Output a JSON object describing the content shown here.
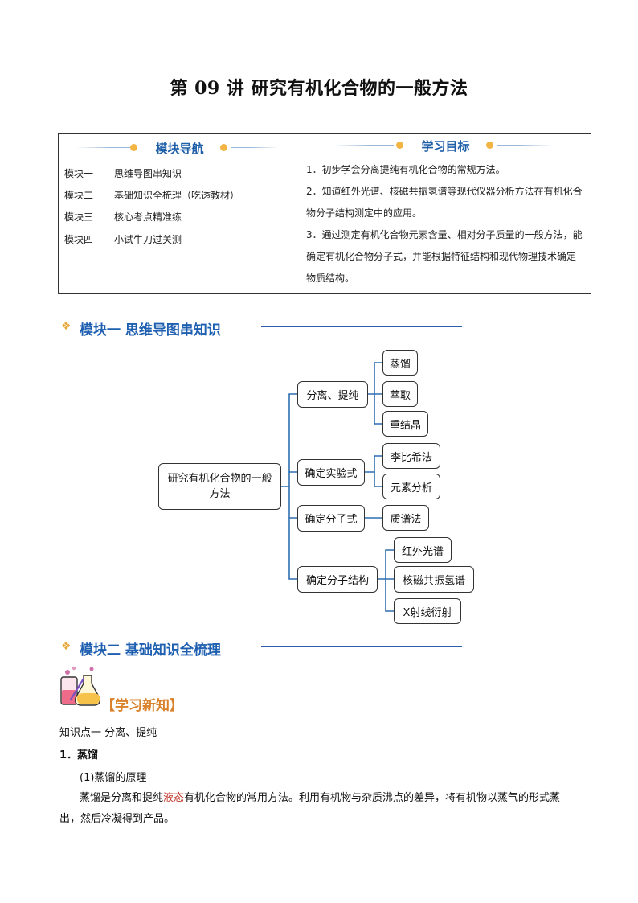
{
  "title": "第 09 讲  研究有机化合物的一般方法",
  "nav": {
    "left_heading": "模块导航",
    "right_heading": "学习目标",
    "modules": [
      {
        "key": "模块一",
        "label": "思维导图串知识"
      },
      {
        "key": "模块二",
        "label": "基础知识全梳理（吃透教材）"
      },
      {
        "key": "模块三",
        "label": "核心考点精准练"
      },
      {
        "key": "模块四",
        "label": "小试牛刀过关测"
      }
    ],
    "objectives": [
      "1．初步学会分离提纯有机化合物的常规方法。",
      "2．知道红外光谱、核磁共振氢谱等现代仪器分析方法在有机化合物分子结构测定中的应用。",
      "3．通过测定有机化合物元素含量、相对分子质量的一般方法，能确定有机化合物分子式，并能根据特征结构和现代物理技术确定物质结构。"
    ]
  },
  "section1": {
    "title": "模块一  思维导图串知识"
  },
  "mindmap": {
    "root": "研究有机化合物的一般方法",
    "branches": [
      {
        "label": "分离、提纯",
        "children": [
          "蒸馏",
          "萃取",
          "重结晶"
        ]
      },
      {
        "label": "确定实验式",
        "children": [
          "李比希法",
          "元素分析"
        ]
      },
      {
        "label": "确定分子式",
        "children": [
          "质谱法"
        ]
      },
      {
        "label": "确定分子结构",
        "children": [
          "红外光谱",
          "核磁共振氢谱",
          "X射线衍射"
        ]
      }
    ]
  },
  "section2": {
    "title": "模块二  基础知识全梳理"
  },
  "learn_label": "【学习新知】",
  "knowledge_point": "知识点一   分离、提纯",
  "item1": {
    "number": "1．",
    "title": "蒸馏"
  },
  "sub1": "(1)蒸馏的原理",
  "para": {
    "before": "蒸馏是分离和提纯",
    "highlight": "液态",
    "after": "有机化合物的常用方法。利用有机物与杂质沸点的差异，将有机物以蒸气的形式蒸出，然后冷凝得到产品。"
  },
  "icons": {
    "diamond": "diamond-bullet-icon",
    "flask": "chemistry-flask-icon"
  },
  "colors": {
    "heading_blue": "#1e5fb0",
    "accent_orange": "#e8a93a",
    "highlight_red": "#c0392b"
  }
}
